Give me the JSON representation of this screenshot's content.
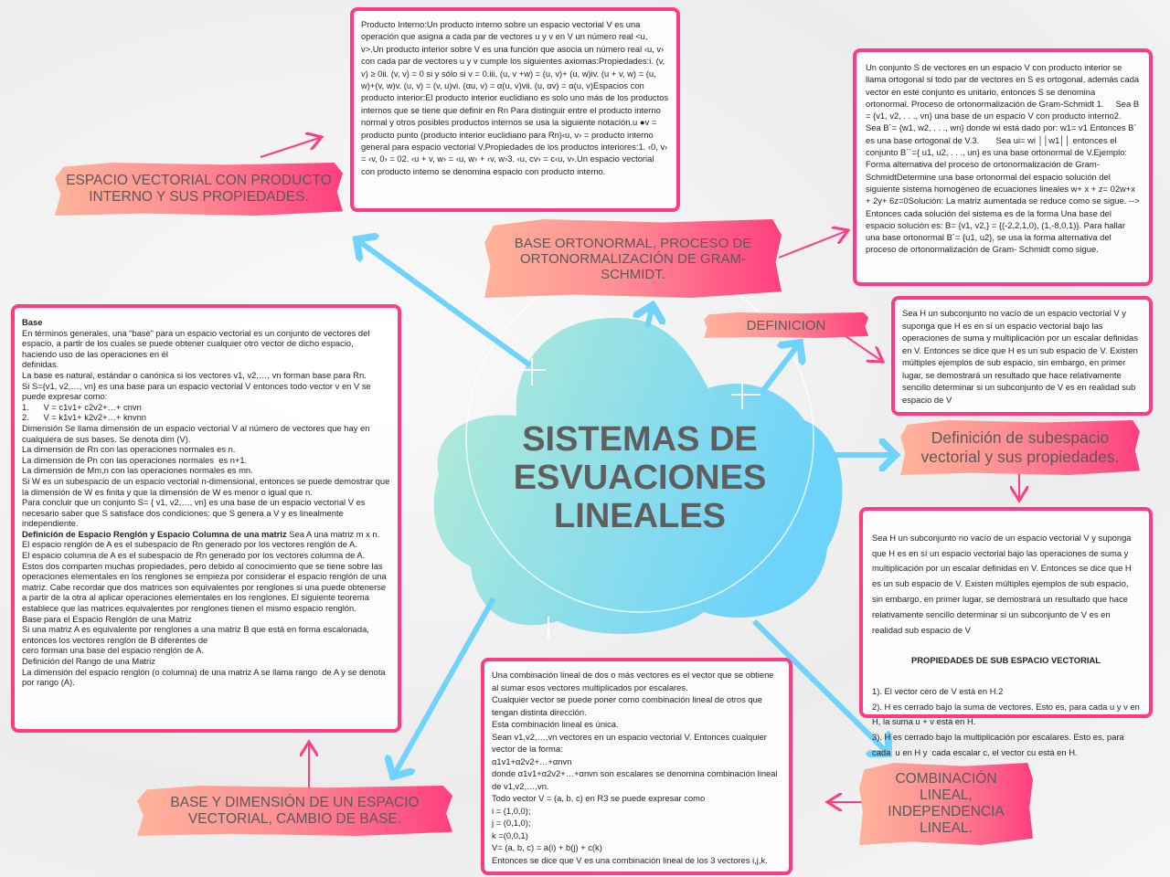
{
  "central_title": "SISTEMAS DE ESVUACIONES LINEALES",
  "colors": {
    "accent_pink": "#ff3c83",
    "arrow_blue": "#6fd3fb",
    "cloud_start": "#b5ecd5",
    "cloud_end": "#6dd3fb"
  },
  "labels": {
    "producto_interno": "ESPACIO VECTORIAL CON PRODUCTO INTERNO Y SUS PROPIEDADES.",
    "base_ortonormal": "BASE ORTONORMAL, PROCESO DE ORTONORMALIZACIÓN DE GRAM-SCHMIDT.",
    "definicion": "DEFINICION",
    "subespacio": "Definición de subespacio vectorial y sus propiedades.",
    "base_dimension": "BASE Y DIMENSIÓN DE UN ESPACIO VECTORIAL, CAMBIO DE BASE.",
    "combinacion": "COMBINACIÓN LINEAL, INDEPENDENCIA LINEAL."
  },
  "boxes": {
    "producto_interno": "Producto Interno:Un producto interno sobre un espacio vectorial V es una operación que asigna a cada par de vectores u y v en V un número real <u, v>.Un producto interior sobre V es una función que asocia un número real ‹u, v› con cada par de vectores u y v cumple los siguientes axiomas:Propiedades:i. (v, v) ≥ 0ii. (v, v) = 0 si y sólo si v = 0.iii, (u, v +w) = (u, v)+ (u, w)iv. (u + v, w) = (u, w)+(v, w)v. (u, v) = (v, u)vi. (αu, v) = α(u, v)vii. (u, αv) = α(u, v)Espacios con producto interior:El producto interior euclidiano es solo uno más de los productos internos que se tiene que definir en Rn Para distinguir entre el producto interno normal y otros posibles productos internos se usa la siguiente notación.u ●v = producto punto (producto interior euclidiano para Rn)‹u, v› = producto interno general para espacio vectorial V.Propiedades de los productos interiores:1. ‹0, v› = ‹v, 0› = 02. ‹u + v, w› = ‹u, w› + ‹v, w›3. ‹u, cv› = c‹u, v›.Un espacio vectorial con producto interno se denomina espacio con producto interno.",
    "ortonormal": "Un conjunto S de vectores en un espacio V con producto interior se llama ortogonal si todo par de vectores en S es ortogonal, además cada vector en este conjunto es unitario, entonces S se denomina ortonormal. Proceso de ortonormalización de Gram-Schmidt 1.     Sea B = {v1, v2, . . ., vn} una base de un espacio V con producto interno2.       Sea B´= {w1, w2, . . ., wn} donde wi está dado por: w1= v1 Entonces B´ es una base ortogonal de V.3.       Sea ui= wi ││w1││ entonces el conjunto B´´={ u1, u2, . . ., un} es una base ortonormal de V.Ejemplo: Forma alternativa del proceso de ortonormalización de Gram-SchmidtDetermine una base ortonormal del espacio solución del siguiente sistema homogéneo de ecuaciones lineales w+ x + z= 02w+x + 2y+ 6z=0Solución: La matriz aumentada se reduce como se sigue. --> Entonces cada solución del sistema es de la forma Una base del espacio solución es: B= {v1, v2,} = {(-2,2,1,0), (1,-8,0,1)}. Para hallar una base ortonormal B´= {u1, u2}, se usa la forma alternativa del proceso de ortonormalización de Gram- Schmidt como sigue.",
    "definicion": "Sea H un subconjunto no vacío de un espacio vectorial V y suponga que H es en sí un espacio vectorial bajo las operaciones de suma y multiplicación por un escalar definidas en V. Entonces se dice que H es un sub espacio de V. Existen múltiples ejemplos de sub espacio, sin embargo, en primer lugar, se demostrará un resultado que hace relativamente sencillo determinar si un subconjunto de V es en realidad sub espacio de V",
    "subespacio_intro": "Sea H un subconjunto no vacío de un espacio vectorial V y suponga que H es en sí un espacio vectorial bajo las operaciones de suma y multiplicación por un escalar definidas en V. Entonces se dice que H es un sub espacio de V. Existen múltiples ejemplos de sub espacio, sin embargo, en primer lugar, se demostrará un resultado que hace relativamente sencillo determinar si un subconjunto de V es en realidad sub espacio de V",
    "subespacio_heading": "PROPIEDADES DE SUB ESPACIO VECTORIAL",
    "subespacio_props": "1). El vector cero de V está en H.2\n2). H es cerrado bajo la suma de vectores. Esto es, para cada u y v en H, la suma u + v está en H.\n3). H es cerrado bajo la multiplicación por escalares. Esto es, para cada  u en H y  cada escalar c, el vector cu está en H.",
    "base_heading": "Base",
    "base_text": "En términos generales, una “base” para un espacio vectorial es un conjunto de vectores del espacio, a partir de los cuales se puede obtener cualquier otro vector de dicho espacio, haciendo uso de las operaciones en él\ndefinidas.\nLa base es natural, estándar o canónica si los vectores v1, v2,…, vn forman base para Rn.\nSi S={v1, v2,…, vn} es una base para un espacio vectorial V entonces todo vector v en V se puede expresar como:\n1.      V = c1v1+ c2v2+…+ cnvn\n2.      V = k1v1+ k2v2+…+ knvnn\nDimensión Se llama dimensión de un espacio vectorial V al número de vectores que hay en cualquiera de sus bases. Se denota dim (V).\nLa dimensión de Rn con las operaciones normales es n.\nLa dimensión de Pn con las operaciones normales  es n+1.\nLa dimensión de Mm,n con las operaciones normales es mn.\nSi W es un subespacio de un espacio vectorial n-dimensional, entonces se puede demostrar que la dimensión de W es finita y que la dimensión de W es menor o igual que n.\nPara concluir que un conjunto S= { v1, v2,…, vn} es una base de un espacio vectorial V es necesario saber que S satisface dos condiciones: que S genera a V y es linealmente independiente.",
    "renglon_heading": "Definición de Espacio Renglón y Espacio Columna de una matriz",
    "renglon_text": " Sea A una matriz m x n.\nEl espacio renglón de A es el subespacio de Rn generado por los vectores renglón de A.\nEl espacio columna de A es el subespacio de Rn generado por los vectores columna de A.\nEstos dos comparten muchas propiedades, pero debido al conocimiento que se tiene sobre las operaciones elementales en los renglones se empieza por considerar el espacio renglón de una matriz. Cabe recordar que dos matrices son equivalentes por renglones si una puede obtenerse a partir de la otra al aplicar operaciones elementales en los renglones. El siguiente teorema establece que las matrices equivalentes por renglones tienen el mismo espacio renglón.\nBase para el Espacio Renglón de una Matriz\nSi una matriz A es equivalente por renglones a una matriz B que está en forma escalonada, entonces los vectores renglón de B diferentes de\ncero forman una base del espacio renglón de A.\nDefinición del Rango de una Matriz\nLa dimensión del espacio renglón (o columna) de una matriz A se llama rango  de A y se denota por rango (A).",
    "combinacion": "Una combinación lineal de dos o más vectores es el vector que se obtiene al sumar esos vectores multiplicados por escalares.\nCualquier vector se puede poner como combinación lineal de otros que tengan distinta dirección.\nEsta combinación lineal es única.\nSean v1,v2,…,vn vectores en un espacio vectorial V. Entonces cualquier vector de la forma:\nα1v1+α2v2+…+αnvn\ndonde α1v1+α2v2+…+αnvn son escalares se denomina combinación lineal de v1,v2,…,vn.\nTodo vector V = (a, b, c) en R3 se puede expresar como\ni = (1,0,0);\nj = (0,1,0);\nk =(0,0,1)\nV= (a, b, c) = a(i) + b(j) + c(k)\nEntonces se dice que V es una combinación lineal de los 3 vectores i,j,k."
  }
}
